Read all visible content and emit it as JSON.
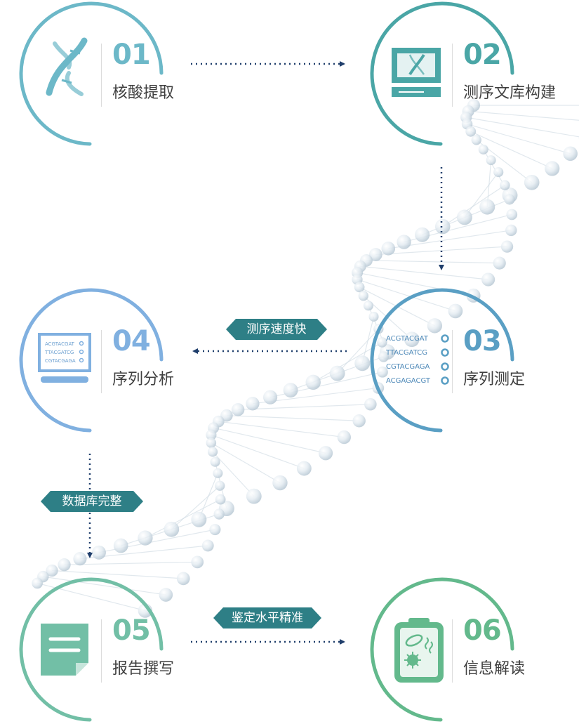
{
  "steps": [
    {
      "num": "01",
      "label": "核酸提取",
      "color": "#6cb8c8",
      "icon": "dna-icon"
    },
    {
      "num": "02",
      "label": "测序文库构建",
      "color": "#4aa6a6",
      "icon": "monitor-dna-icon"
    },
    {
      "num": "03",
      "label": "序列测定",
      "color": "#5a9fc4",
      "icon": "sequence-list-icon",
      "sequences": [
        "ACGTACGAT",
        "TTACGATCG",
        "CGTACGAGA",
        "ACGAGACGT"
      ]
    },
    {
      "num": "04",
      "label": "序列分析",
      "color": "#80b0e0",
      "icon": "laptop-sequence-icon",
      "sequences": [
        "ACGTACGAT",
        "TTACGATCG",
        "CGTACGAGA"
      ]
    },
    {
      "num": "05",
      "label": "报告撰写",
      "color": "#72bfa6",
      "icon": "document-icon"
    },
    {
      "num": "06",
      "label": "信息解读",
      "color": "#63b98c",
      "icon": "clipboard-microbe-icon"
    }
  ],
  "badges": {
    "speed": "测序速度快",
    "database": "数据库完整",
    "accuracy": "鉴定水平精准"
  },
  "colors": {
    "badge": "#2e7f86",
    "arrow": "#1f3e6b",
    "helix": "#c9d6e0"
  }
}
